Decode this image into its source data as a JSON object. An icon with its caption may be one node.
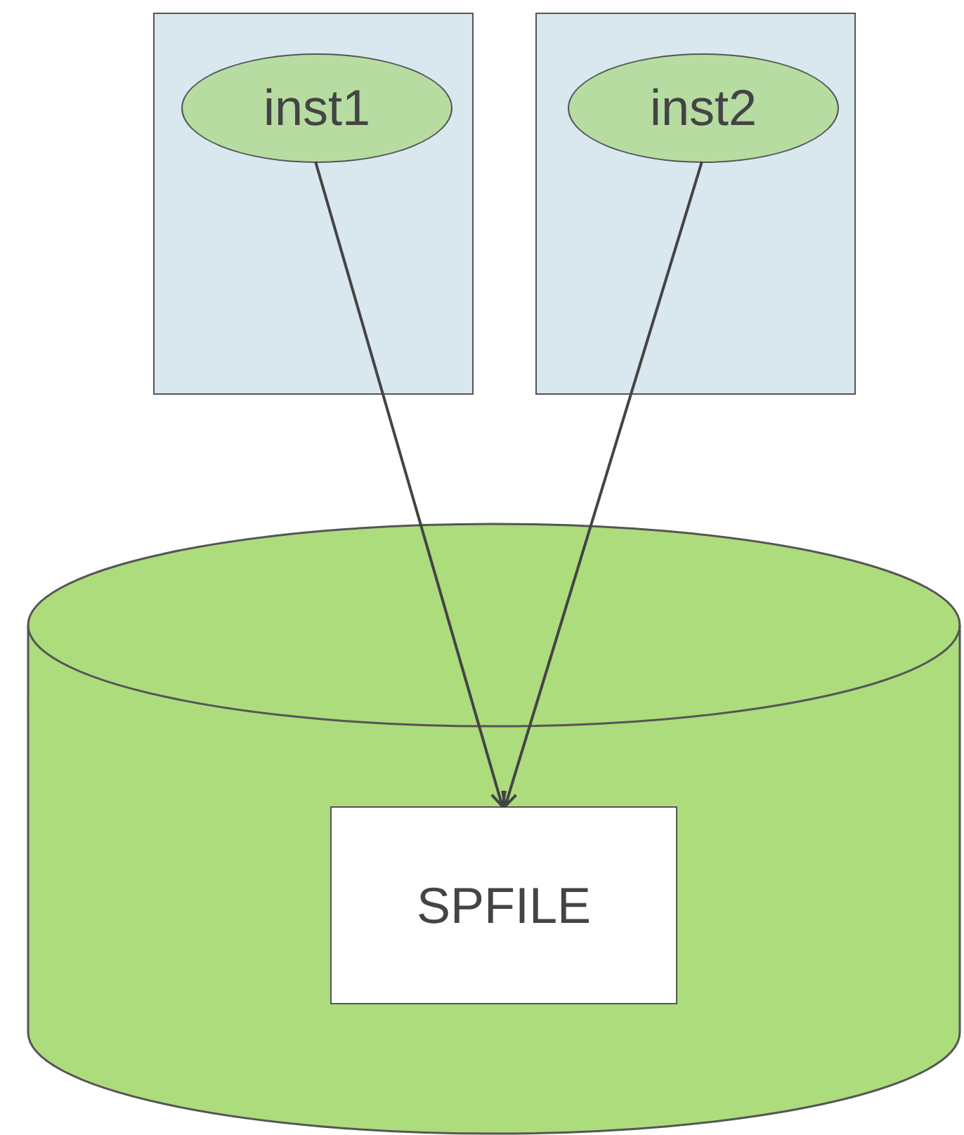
{
  "diagram": {
    "nodes": [
      {
        "text": [],
        "shape": "box"
      },
      {
        "text": [
          "inst1"
        ],
        "in": 0
      },
      {
        "text": [],
        "shape": "box"
      },
      {
        "text": [
          "inst2"
        ],
        "in": 2
      },
      {
        "text": [],
        "shape": "cylinder"
      },
      {
        "text": [
          "SPFILE"
        ],
        "in": 4
      }
    ],
    "edges": [
      {
        "from": 1,
        "to": 5,
        "arrow": "to"
      },
      {
        "from": 3,
        "to": 5,
        "arrow": "to"
      }
    ]
  }
}
